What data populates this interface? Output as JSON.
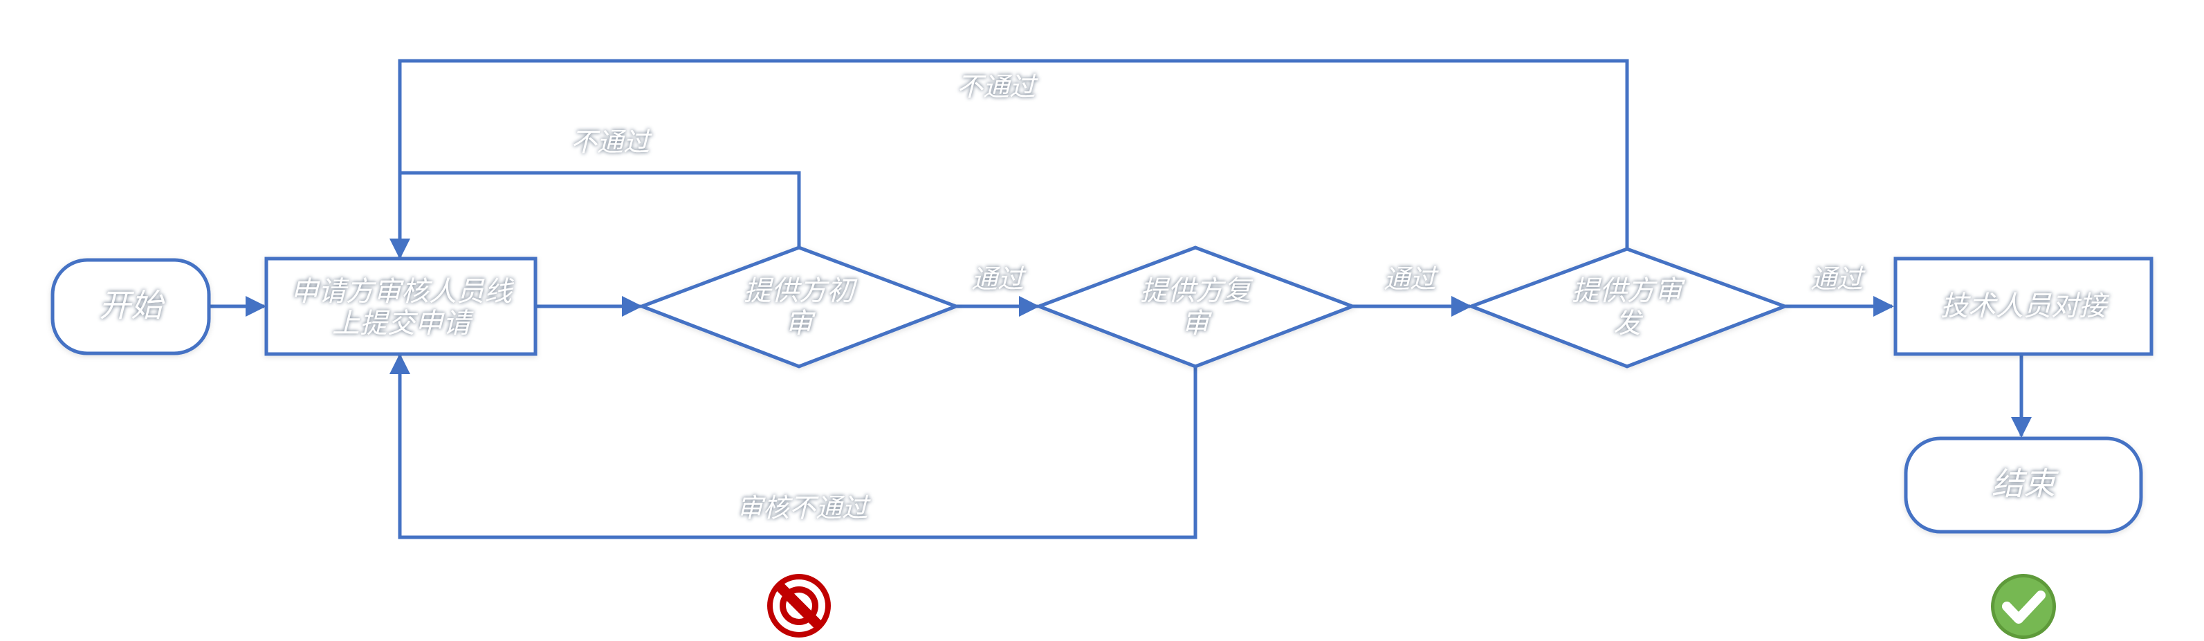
{
  "nodes": {
    "start": "开始",
    "apply_line1": "申请方审核人员线",
    "apply_line2": "上提交申请",
    "initial_review_line1": "提供方初",
    "initial_review_line2": "审",
    "re_review_line1": "提供方复",
    "re_review_line2": "审",
    "issue_line1": "提供方审",
    "issue_line2": "发",
    "tech_contact": "技术人员对接",
    "end": "结束"
  },
  "edges": {
    "reject_top": "不通过",
    "reject_inner": "不通过",
    "pass_1": "通过",
    "pass_2": "通过",
    "pass_3": "通过",
    "reject_bottom": "审核不通过"
  },
  "colors": {
    "line": "#4472c4",
    "text": "#ffffff",
    "text_glow": "#9aa3ad",
    "prohibited_icon": "#c00000",
    "check_icon": "#70ad47"
  },
  "icons": {
    "fail": "prohibited-icon",
    "success": "check-circle-icon"
  }
}
